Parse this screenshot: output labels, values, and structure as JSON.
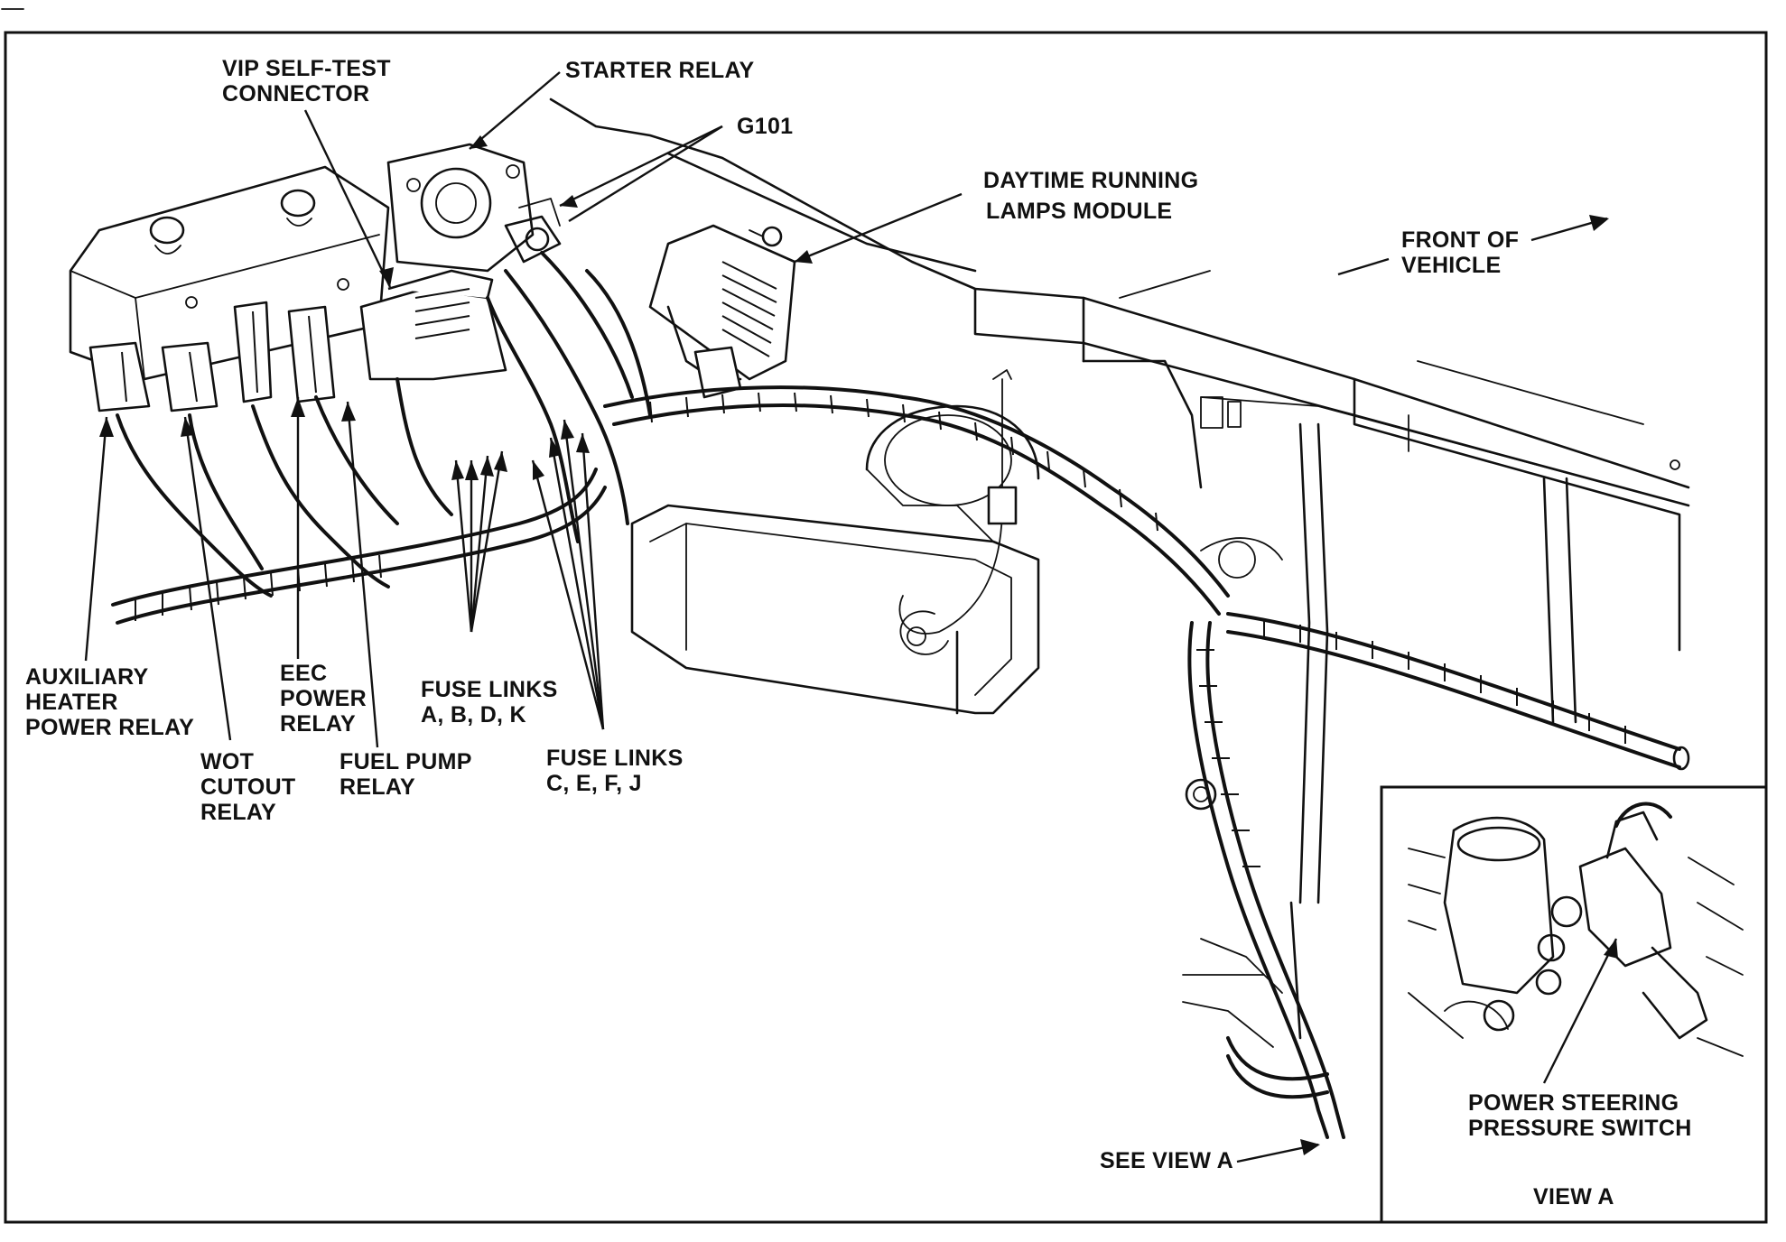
{
  "labels": {
    "vip_self_test_connector": [
      "VIP SELF-TEST",
      "CONNECTOR"
    ],
    "starter_relay": [
      "STARTER RELAY"
    ],
    "g101": [
      "G101"
    ],
    "daytime_running_lamps_module": [
      "DAYTIME RUNNING",
      "LAMPS MODULE"
    ],
    "front_of_vehicle": [
      "FRONT OF",
      "VEHICLE"
    ],
    "auxiliary_heater_power_relay": [
      "AUXILIARY",
      "HEATER",
      "POWER RELAY"
    ],
    "eec_power_relay": [
      "EEC",
      "POWER",
      "RELAY"
    ],
    "fuse_links_abdk": [
      "FUSE LINKS",
      "A, B, D, K"
    ],
    "wot_cutout_relay": [
      "WOT",
      "CUTOUT",
      "RELAY"
    ],
    "fuel_pump_relay": [
      "FUEL PUMP",
      "RELAY"
    ],
    "fuse_links_cefj": [
      "FUSE LINKS",
      "C, E, F, J"
    ],
    "power_steering_pressure_switch": [
      "POWER STEERING",
      "PRESSURE SWITCH"
    ],
    "see_view_a": [
      "SEE VIEW A"
    ],
    "view_a": [
      "VIEW A"
    ]
  },
  "colors": {
    "ink": "#111111",
    "paper": "#ffffff"
  }
}
